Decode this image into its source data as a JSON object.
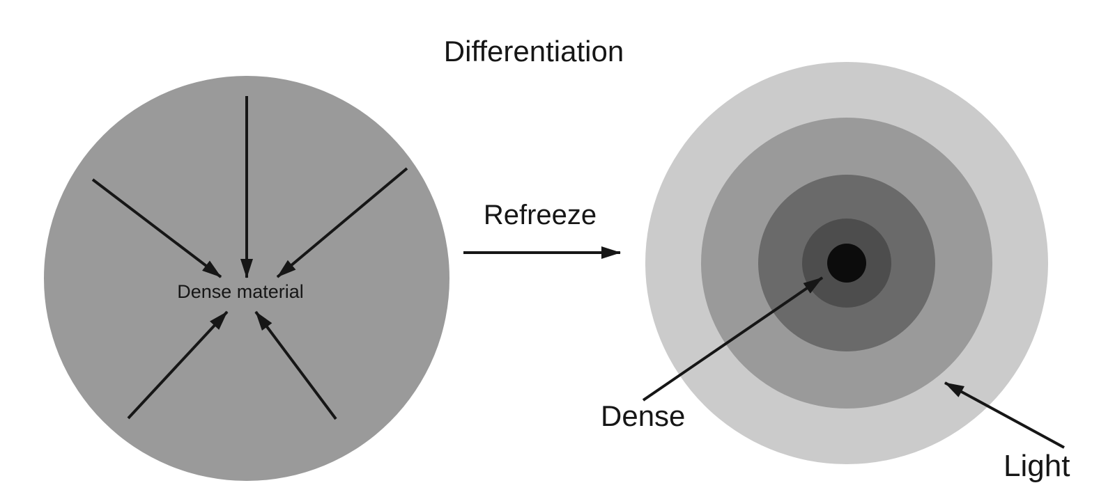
{
  "title": "Differentiation",
  "transition": {
    "label": "Refreeze"
  },
  "left_diagram": {
    "center_label": "Dense material"
  },
  "right_diagram": {
    "dense_label": "Dense",
    "light_label": "Light"
  },
  "colors": {
    "background": "#ffffff",
    "ink": "#161616",
    "undifferentiated_body": "#9a9a9a",
    "layer_outer_light": "#cbcbcb",
    "layer_upper_mantle": "#9a9a9a",
    "layer_lower_mantle": "#6a6a6a",
    "layer_outer_core": "#4d4d4d",
    "core": "#0c0c0c"
  }
}
